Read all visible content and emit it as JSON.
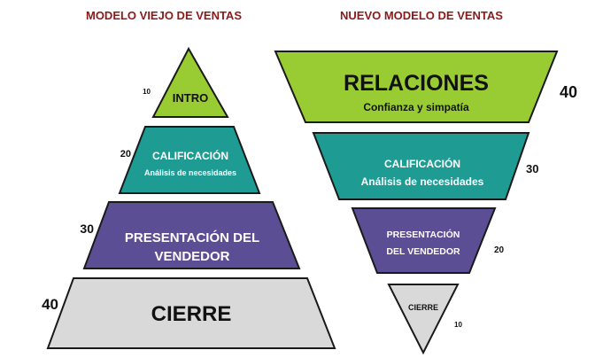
{
  "old_model": {
    "title": "MODELO VIEJO DE VENTAS",
    "levels": [
      {
        "label": "INTRO",
        "sublabel": "",
        "value": "10",
        "color": "#99cc33"
      },
      {
        "label": "CALIFICACIÓN",
        "sublabel": "Análisis de necesidades",
        "value": "20",
        "color": "#1e9c94"
      },
      {
        "label": "PRESENTACIÓN DEL",
        "sublabel": "VENDEDOR",
        "value": "30",
        "color": "#5b4e94"
      },
      {
        "label": "CIERRE",
        "sublabel": "",
        "value": "40",
        "color": "#d9d9d9"
      }
    ]
  },
  "new_model": {
    "title": "NUEVO MODELO DE VENTAS",
    "levels": [
      {
        "label": "RELACIONES",
        "sublabel": "Confianza y simpatía",
        "value": "40",
        "color": "#99cc33"
      },
      {
        "label": "CALIFICACIÓN",
        "sublabel": "Análisis de necesidades",
        "value": "30",
        "color": "#1e9c94"
      },
      {
        "label": "PRESENTACIÓN",
        "sublabel": "DEL VENDEDOR",
        "value": "20",
        "color": "#5b4e94"
      },
      {
        "label": "CIERRE",
        "sublabel": "",
        "value": "10",
        "color": "#d9d9d9"
      }
    ]
  },
  "colors": {
    "title": "#8b1a1a",
    "outline": "#1a1a1a",
    "light_text": "#ffffff",
    "dark_text": "#111111"
  }
}
